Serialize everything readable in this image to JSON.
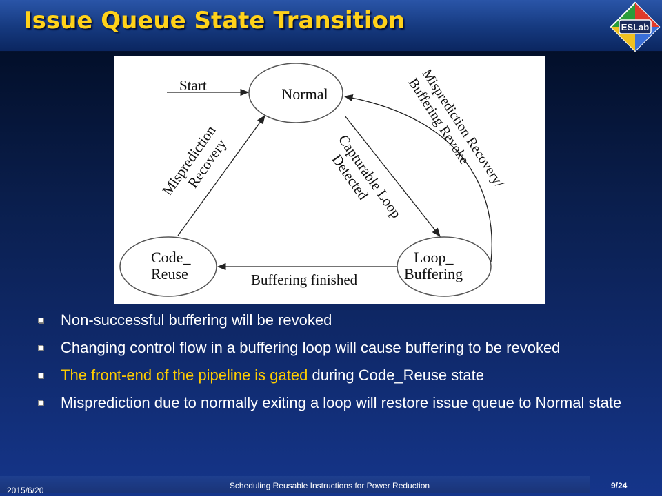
{
  "slide": {
    "title": "Issue Queue State Transition",
    "logo_text": "ESLab"
  },
  "diagram": {
    "states": {
      "normal": "Normal",
      "loop_line1": "Loop_",
      "loop_line2": "Buffering",
      "code_line1": "Code_",
      "code_line2": "Reuse"
    },
    "edges": {
      "start": "Start",
      "mispred_recovery_line1": "Misprediction",
      "mispred_recovery_line2": "Recovery",
      "capturable_line1": "Capturable Loop",
      "capturable_line2": "Detected",
      "revoke_line1": "Misprediction Recovery/",
      "revoke_line2": "Buffering Revoke",
      "buffering_finished": "Buffering finished"
    }
  },
  "bullets": {
    "b1": "Non-successful buffering will be revoked",
    "b2": "Changing control flow in a buffering loop will cause buffering to be revoked",
    "b3_highlight": "The front-end of the pipeline is gated",
    "b3_rest": " during Code_Reuse state",
    "b4": "Misprediction due to normally exiting a loop will restore issue queue to Normal state"
  },
  "footer": {
    "date": "2015/6/20",
    "center": "Scheduling Reusable Instructions for Power Reduction",
    "page": "9/24"
  },
  "colors": {
    "title": "#ffd21a",
    "highlight": "#ffcc00"
  }
}
